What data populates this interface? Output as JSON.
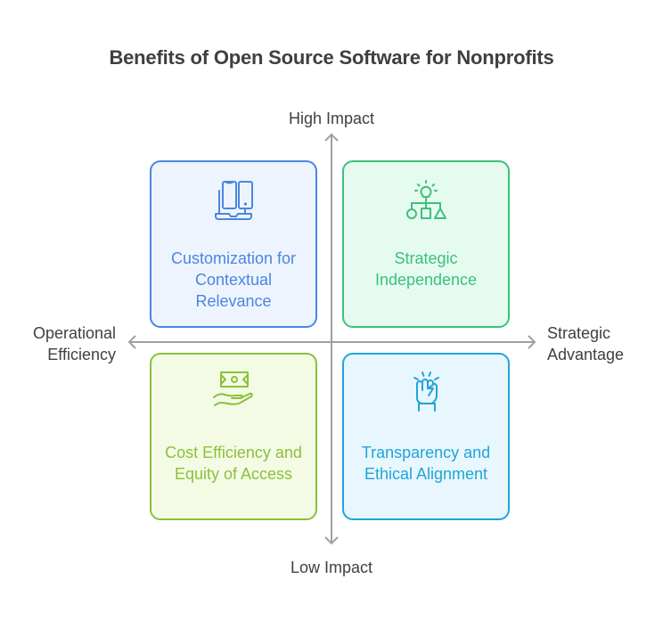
{
  "title": "Benefits of Open Source Software for Nonprofits",
  "axes": {
    "top": "High Impact",
    "bottom": "Low Impact",
    "left": "Operational Efficiency",
    "right": "Strategic Advantage"
  },
  "quadrants": [
    {
      "position": "top-left",
      "label": "Customization for Contextual Relevance",
      "icon": "devices-icon",
      "color": "#4a86e0",
      "background": "#eef4fe"
    },
    {
      "position": "top-right",
      "label": "Strategic Independence",
      "icon": "strategy-lightbulb-shapes-icon",
      "color": "#3cc07c",
      "background": "#e6fbf0"
    },
    {
      "position": "bottom-left",
      "label": "Cost Efficiency and Equity of Access",
      "icon": "money-hand-icon",
      "color": "#8cbf3c",
      "background": "#f3fbe4"
    },
    {
      "position": "bottom-right",
      "label": "Transparency and Ethical Alignment",
      "icon": "raised-fist-icon",
      "color": "#20a4d8",
      "background": "#e8f7fd"
    }
  ],
  "axis_color": "#a0a0a0"
}
